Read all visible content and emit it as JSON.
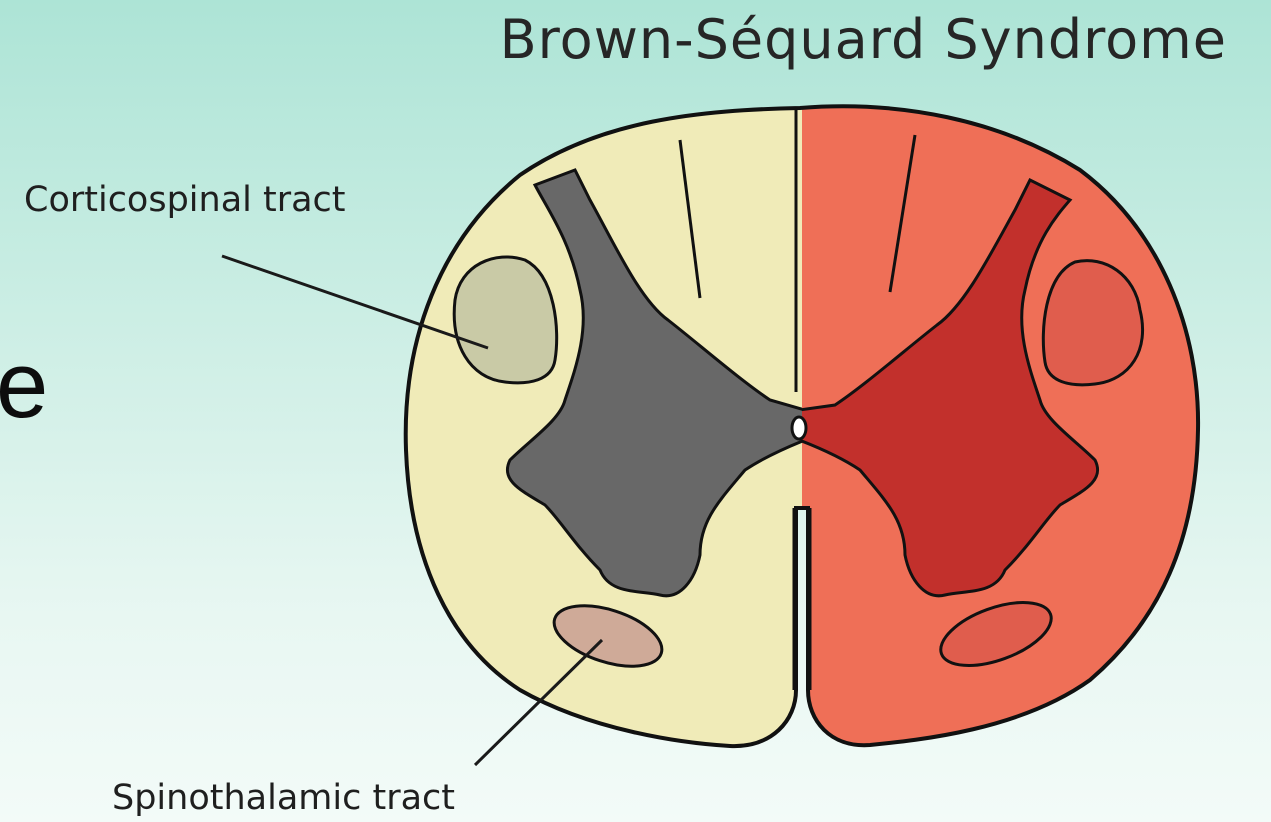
{
  "title": "Brown-Séquard Syndrome",
  "labels": {
    "corticospinal": "Corticospinal tract",
    "spinothalamic": "Spinothalamic tract"
  },
  "slide_fragment": "e",
  "colors": {
    "background_top": "#ade4d6",
    "background_bottom": "#f3fbf8",
    "healthy_white_matter": "#f0ebb8",
    "healthy_grey_matter": "#686868",
    "lesion_white_matter": "#ef6f57",
    "lesion_grey_matter": "#c2302c",
    "corticospinal_tract": "#c9caa6",
    "spinothalamic_tract": "#cfaa98",
    "lesion_tract": "#e05d4d",
    "outline": "#111111"
  }
}
